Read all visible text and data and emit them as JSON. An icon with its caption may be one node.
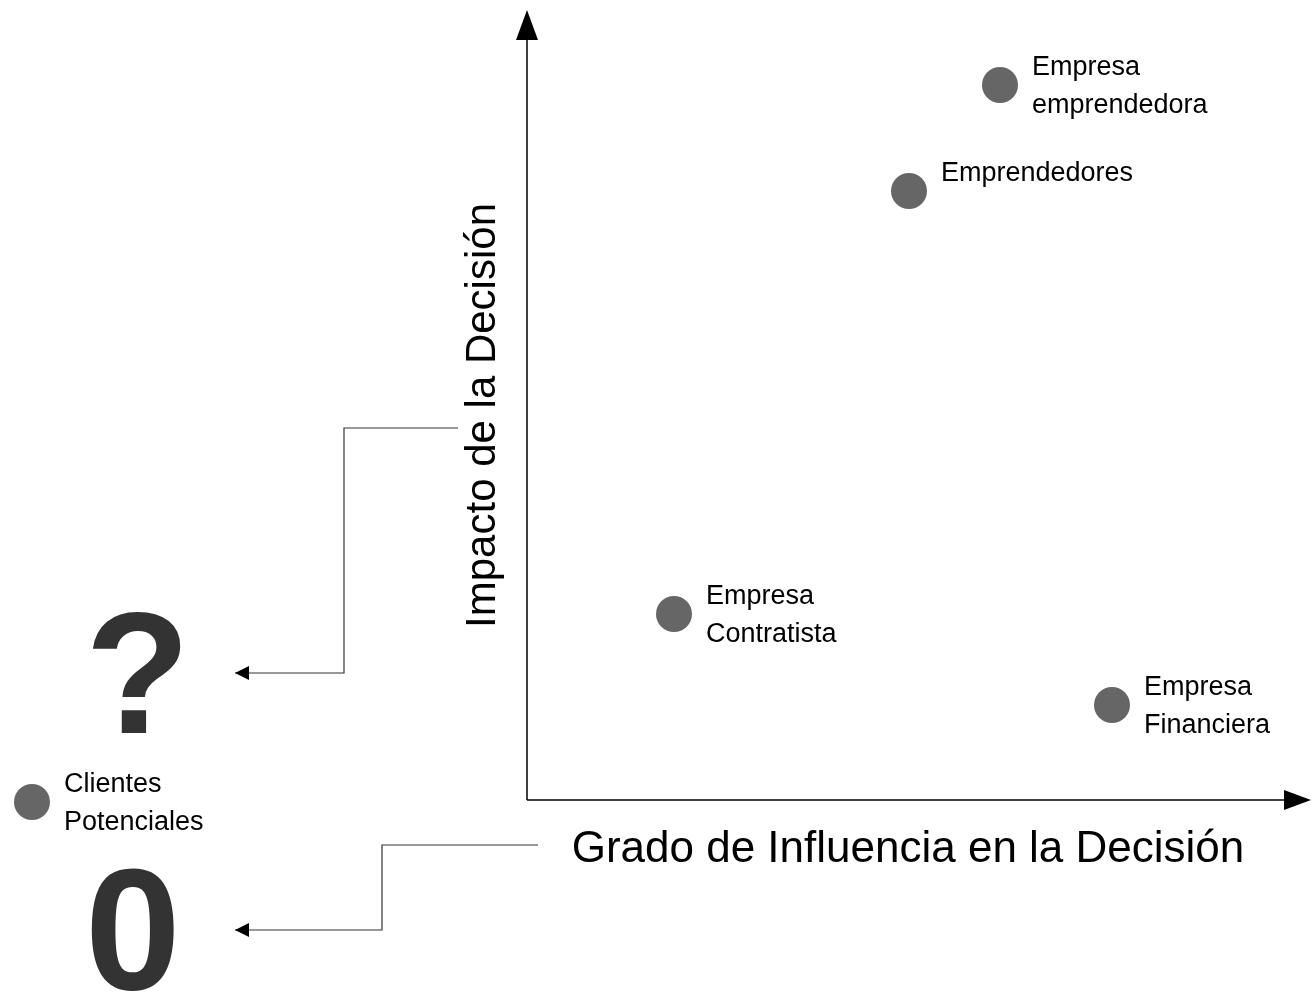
{
  "diagram": {
    "nodes": [
      {
        "text": [],
        "shape": "circle",
        "beside": [
          "Empresa emprendedora"
        ]
      },
      {
        "text": [],
        "shape": "circle",
        "beside": [
          "Emprendedores"
        ]
      },
      {
        "text": [
          "Impacto de la Decisión"
        ]
      },
      {
        "text": [
          "?"
        ]
      },
      {
        "text": [],
        "shape": "circle",
        "beside": [
          "Empresa Contratista"
        ]
      },
      {
        "text": [],
        "shape": "circle",
        "beside": [
          "Empresa Financiera"
        ]
      },
      {
        "text": [],
        "shape": "circle",
        "beside": [
          "Clientes Potenciales"
        ]
      },
      {
        "text": [
          "Grado de Influencia en la Decisión"
        ]
      },
      {
        "text": [
          "0"
        ]
      }
    ],
    "edges": [
      {
        "from": 2,
        "to": 3,
        "arrow": "to"
      },
      {
        "from": 7,
        "to": 8,
        "arrow": "to"
      }
    ]
  }
}
